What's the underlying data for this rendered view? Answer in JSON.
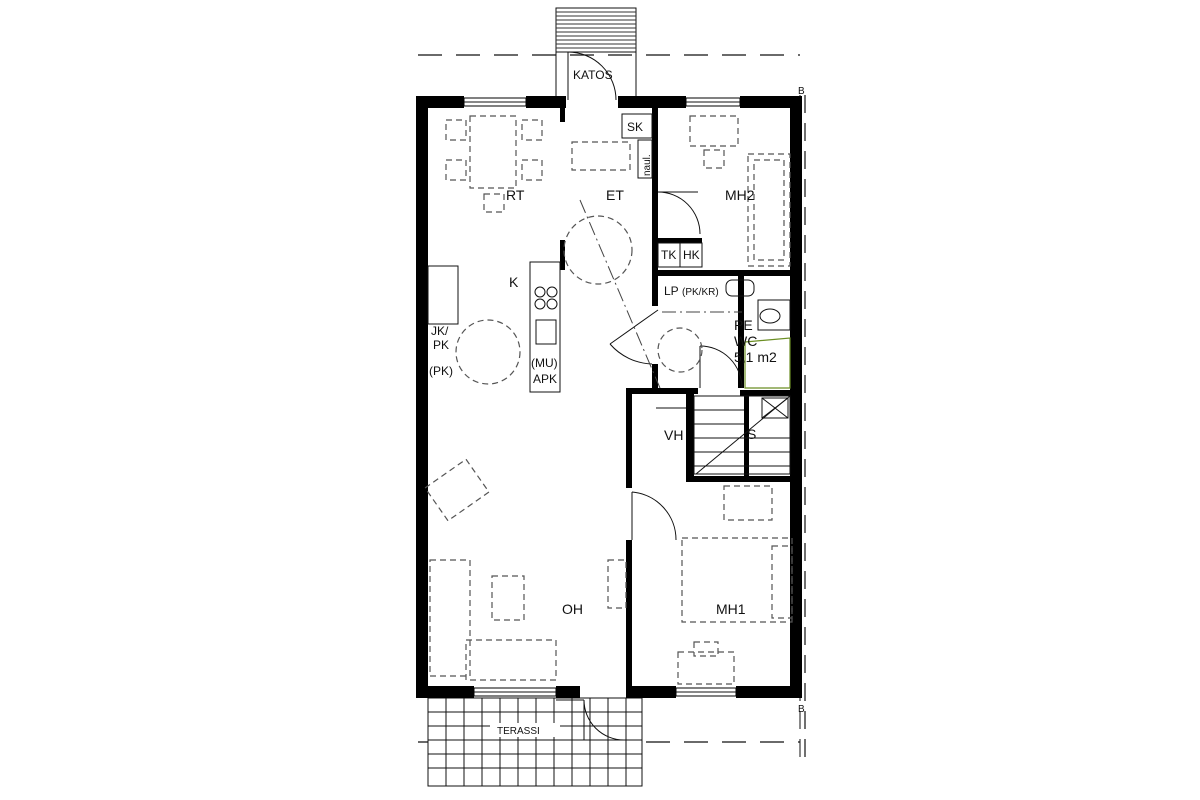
{
  "rooms": {
    "rt": "RT",
    "et": "ET",
    "mh2": "MH2",
    "k": "K",
    "sk": "SK",
    "naul": "naul.",
    "tk": "TK",
    "hk": "HK",
    "lp": "LP",
    "pkkr": "(PK/KR)",
    "pe": "PE",
    "wc": "WC",
    "area": "5,1 m2",
    "vh": "VH",
    "s": "S",
    "oh": "OH",
    "mh1": "MH1",
    "jk": "JK/",
    "pk": "PK",
    "pk_paren": "(PK)",
    "mu": "(MU)",
    "apk": "APK"
  },
  "outside": {
    "katos": "KATOS",
    "terassi": "TERASSI",
    "mark_top": "B",
    "mark_bottom": "B"
  },
  "colors": {
    "wall": "#000000",
    "background": "#ffffff",
    "wet_room_line": "#6b8e23"
  }
}
